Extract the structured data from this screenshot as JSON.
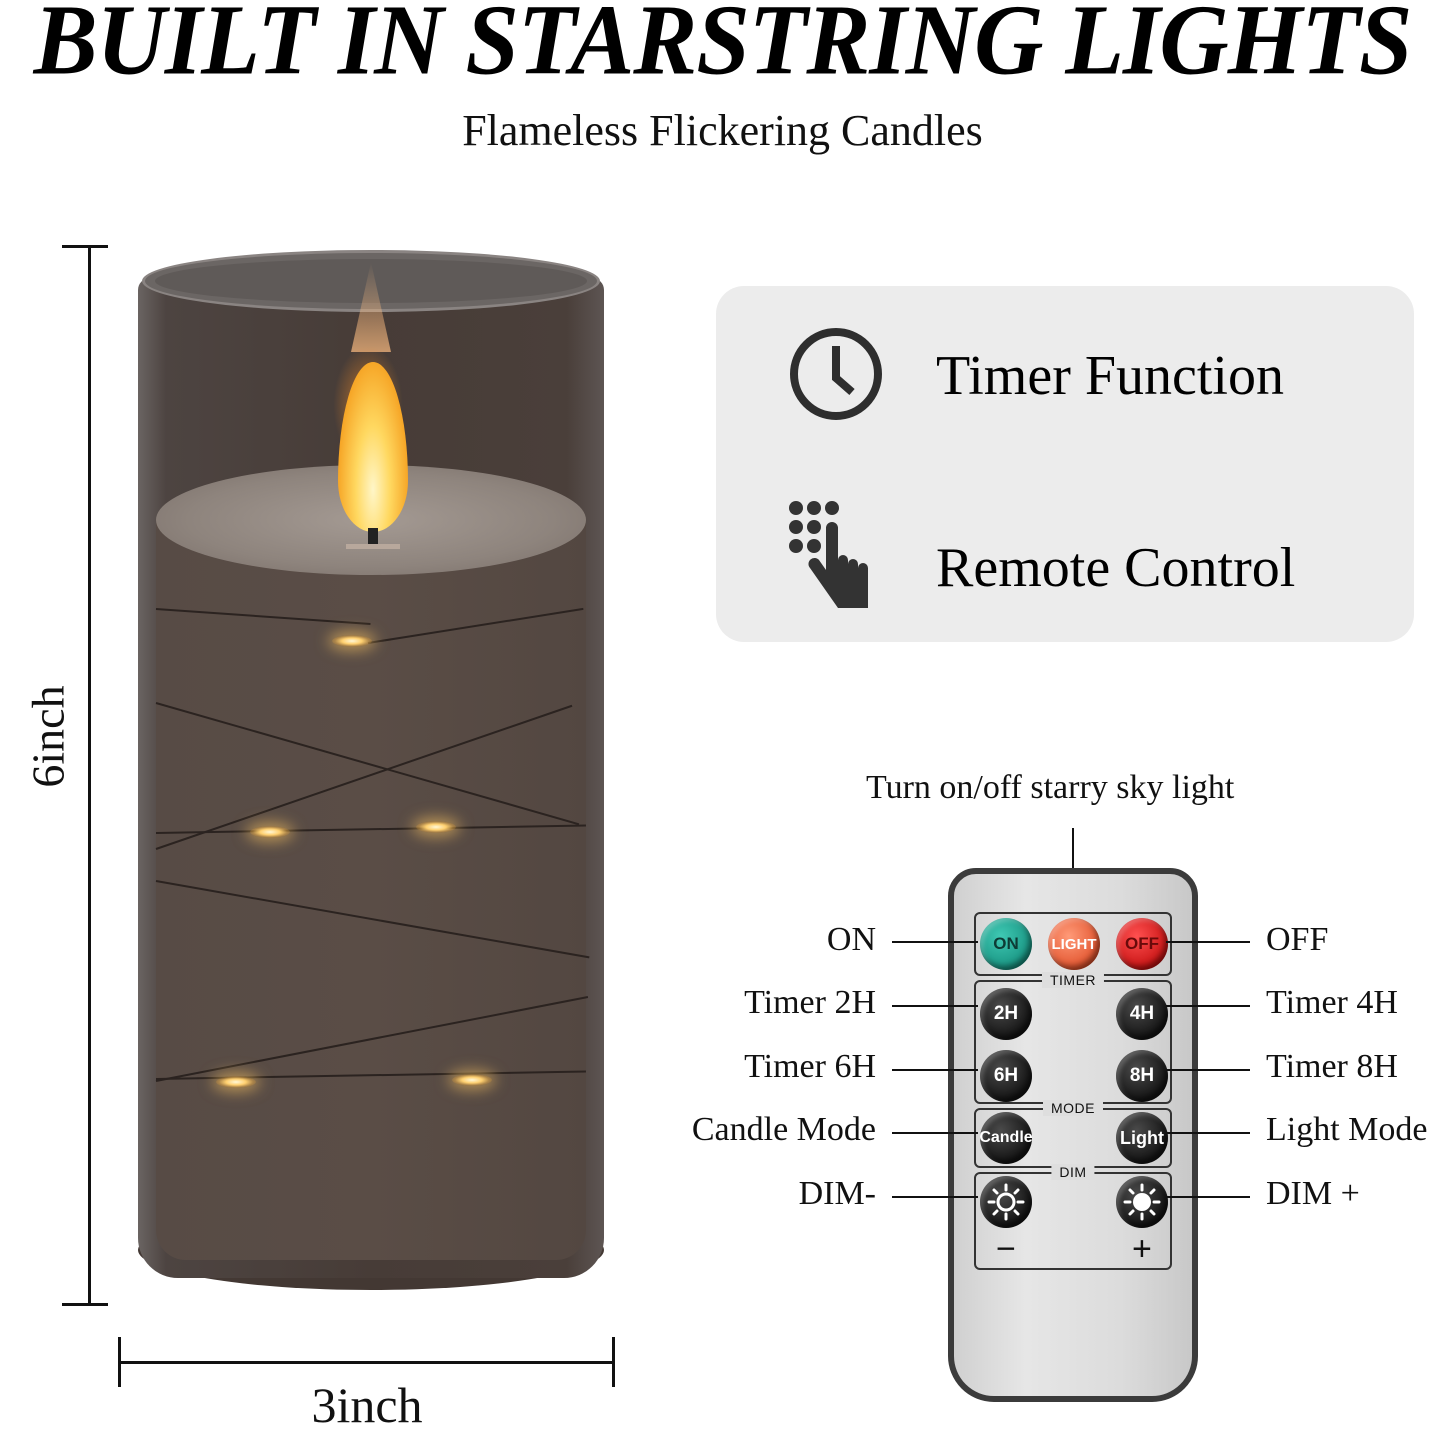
{
  "header": {
    "title": "BUILT IN STARSTRING LIGHTS",
    "subtitle": "Flameless Flickering Candles"
  },
  "dimensions": {
    "height_label": "6inch",
    "width_label": "3inch"
  },
  "product": {
    "name": "flameless-led-candle",
    "glass_color": "#4a3f3a",
    "flame_color": "#ffd860",
    "led_count": 5
  },
  "features": [
    {
      "icon": "clock-icon",
      "label": "Timer Function"
    },
    {
      "icon": "touch-keypad-icon",
      "label": "Remote Control"
    }
  ],
  "remote": {
    "top_caption": "Turn on/off starry sky light",
    "groups": {
      "timer": "TIMER",
      "mode": "MODE",
      "dim": "DIM"
    },
    "buttons": {
      "on": "ON",
      "light": "LIGHT",
      "off": "OFF",
      "timer_2h": "2H",
      "timer_4h": "4H",
      "timer_6h": "6H",
      "timer_8h": "8H",
      "candle": "Candle",
      "light_mode": "Light",
      "dim_minus_sign": "−",
      "dim_plus_sign": "+"
    },
    "callouts_left": [
      "ON",
      "Timer 2H",
      "Timer 6H",
      "Candle Mode",
      "DIM-"
    ],
    "callouts_right": [
      "OFF",
      "Timer 4H",
      "Timer 8H",
      "Light Mode",
      "DIM +"
    ],
    "colors": {
      "on": "#1fa893",
      "light": "#f0693f",
      "off": "#e01a1a",
      "dark_button": "#1a1a1a",
      "body": "#dcdcdc"
    }
  }
}
